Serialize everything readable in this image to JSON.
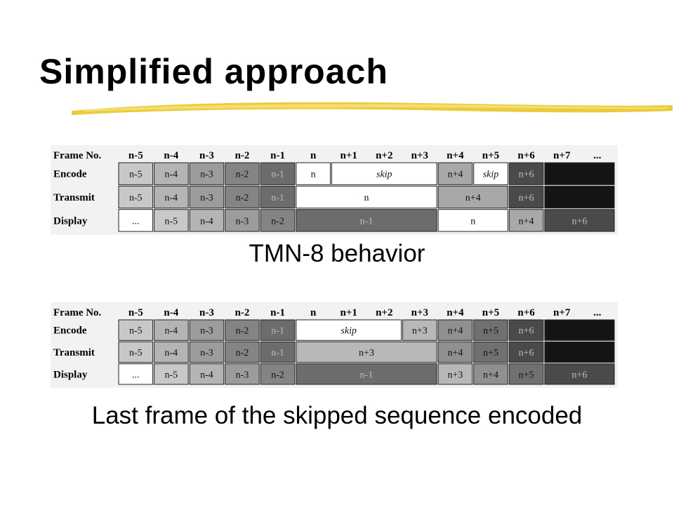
{
  "slide": {
    "title": "Simplified approach",
    "accent_color": "#e8c21c"
  },
  "tables": [
    {
      "id": "tmn8",
      "caption": "TMN-8 behavior",
      "header_label": "Frame No.",
      "columns": [
        "n-5",
        "n-4",
        "n-3",
        "n-2",
        "n-1",
        "n",
        "n+1",
        "n+2",
        "n+3",
        "n+4",
        "n+5",
        "n+6",
        "n+7",
        "..."
      ],
      "rows": [
        {
          "label": "Encode",
          "cells": [
            {
              "text": "n-5",
              "start": 0,
              "span": 1,
              "shade": "#c8c8c8"
            },
            {
              "text": "n-4",
              "start": 1,
              "span": 1,
              "shade": "#b4b4b4"
            },
            {
              "text": "n-3",
              "start": 2,
              "span": 1,
              "shade": "#9c9c9c"
            },
            {
              "text": "n-2",
              "start": 3,
              "span": 1,
              "shade": "#848484"
            },
            {
              "text": "n-1",
              "start": 4,
              "span": 1,
              "shade": "#6c6c6c"
            },
            {
              "text": "n",
              "start": 5,
              "span": 1,
              "shade": "#ffffff"
            },
            {
              "text": "skip",
              "start": 6,
              "span": 3,
              "shade": "#ffffff",
              "italic": true
            },
            {
              "text": "n+4",
              "start": 9,
              "span": 1,
              "shade": "#a8a8a8"
            },
            {
              "text": "skip",
              "start": 10,
              "span": 1,
              "shade": "#ffffff",
              "italic": true
            },
            {
              "text": "n+6",
              "start": 11,
              "span": 1,
              "shade": "#4a4a4a"
            },
            {
              "text": "",
              "start": 12,
              "span": 2,
              "shade": "#141414"
            }
          ]
        },
        {
          "label": "Transmit",
          "cells": [
            {
              "text": "n-5",
              "start": 0,
              "span": 1,
              "shade": "#c8c8c8"
            },
            {
              "text": "n-4",
              "start": 1,
              "span": 1,
              "shade": "#b4b4b4"
            },
            {
              "text": "n-3",
              "start": 2,
              "span": 1,
              "shade": "#9c9c9c"
            },
            {
              "text": "n-2",
              "start": 3,
              "span": 1,
              "shade": "#848484"
            },
            {
              "text": "n-1",
              "start": 4,
              "span": 1,
              "shade": "#6c6c6c"
            },
            {
              "text": "n",
              "start": 5,
              "span": 4,
              "shade": "#ffffff"
            },
            {
              "text": "n+4",
              "start": 9,
              "span": 2,
              "shade": "#a8a8a8"
            },
            {
              "text": "n+6",
              "start": 11,
              "span": 1,
              "shade": "#4a4a4a"
            },
            {
              "text": "",
              "start": 12,
              "span": 2,
              "shade": "#141414"
            }
          ]
        },
        {
          "label": "Display",
          "cells": [
            {
              "text": "...",
              "start": 0,
              "span": 1,
              "shade": "#ffffff"
            },
            {
              "text": "n-5",
              "start": 1,
              "span": 1,
              "shade": "#c8c8c8"
            },
            {
              "text": "n-4",
              "start": 2,
              "span": 1,
              "shade": "#b4b4b4"
            },
            {
              "text": "n-3",
              "start": 3,
              "span": 1,
              "shade": "#9c9c9c"
            },
            {
              "text": "n-2",
              "start": 4,
              "span": 1,
              "shade": "#848484"
            },
            {
              "text": "n-1",
              "start": 5,
              "span": 4,
              "shade": "#6c6c6c"
            },
            {
              "text": "n",
              "start": 9,
              "span": 2,
              "shade": "#ffffff"
            },
            {
              "text": "n+4",
              "start": 11,
              "span": 1,
              "shade": "#a8a8a8"
            },
            {
              "text": "n+6",
              "start": 12,
              "span": 2,
              "shade": "#4a4a4a"
            }
          ]
        }
      ]
    },
    {
      "id": "skip",
      "caption": "Last frame of the skipped sequence encoded",
      "header_label": "Frame No.",
      "columns": [
        "n-5",
        "n-4",
        "n-3",
        "n-2",
        "n-1",
        "n",
        "n+1",
        "n+2",
        "n+3",
        "n+4",
        "n+5",
        "n+6",
        "n+7",
        "..."
      ],
      "rows": [
        {
          "label": "Encode",
          "cells": [
            {
              "text": "n-5",
              "start": 0,
              "span": 1,
              "shade": "#c8c8c8"
            },
            {
              "text": "n-4",
              "start": 1,
              "span": 1,
              "shade": "#b4b4b4"
            },
            {
              "text": "n-3",
              "start": 2,
              "span": 1,
              "shade": "#9c9c9c"
            },
            {
              "text": "n-2",
              "start": 3,
              "span": 1,
              "shade": "#848484"
            },
            {
              "text": "n-1",
              "start": 4,
              "span": 1,
              "shade": "#6c6c6c"
            },
            {
              "text": "skip",
              "start": 5,
              "span": 3,
              "shade": "#ffffff",
              "italic": true
            },
            {
              "text": "n+3",
              "start": 8,
              "span": 1,
              "shade": "#b8b8b8"
            },
            {
              "text": "n+4",
              "start": 9,
              "span": 1,
              "shade": "#909090"
            },
            {
              "text": "n+5",
              "start": 10,
              "span": 1,
              "shade": "#707070"
            },
            {
              "text": "n+6",
              "start": 11,
              "span": 1,
              "shade": "#4a4a4a"
            },
            {
              "text": "",
              "start": 12,
              "span": 2,
              "shade": "#141414"
            }
          ]
        },
        {
          "label": "Transmit",
          "cells": [
            {
              "text": "n-5",
              "start": 0,
              "span": 1,
              "shade": "#c8c8c8"
            },
            {
              "text": "n-4",
              "start": 1,
              "span": 1,
              "shade": "#b4b4b4"
            },
            {
              "text": "n-3",
              "start": 2,
              "span": 1,
              "shade": "#9c9c9c"
            },
            {
              "text": "n-2",
              "start": 3,
              "span": 1,
              "shade": "#848484"
            },
            {
              "text": "n-1",
              "start": 4,
              "span": 1,
              "shade": "#6c6c6c"
            },
            {
              "text": "n+3",
              "start": 5,
              "span": 4,
              "shade": "#b8b8b8"
            },
            {
              "text": "n+4",
              "start": 9,
              "span": 1,
              "shade": "#909090"
            },
            {
              "text": "n+5",
              "start": 10,
              "span": 1,
              "shade": "#707070"
            },
            {
              "text": "n+6",
              "start": 11,
              "span": 1,
              "shade": "#4a4a4a"
            },
            {
              "text": "",
              "start": 12,
              "span": 2,
              "shade": "#141414"
            }
          ]
        },
        {
          "label": "Display",
          "cells": [
            {
              "text": "...",
              "start": 0,
              "span": 1,
              "shade": "#ffffff"
            },
            {
              "text": "n-5",
              "start": 1,
              "span": 1,
              "shade": "#c8c8c8"
            },
            {
              "text": "n-4",
              "start": 2,
              "span": 1,
              "shade": "#b4b4b4"
            },
            {
              "text": "n-3",
              "start": 3,
              "span": 1,
              "shade": "#9c9c9c"
            },
            {
              "text": "n-2",
              "start": 4,
              "span": 1,
              "shade": "#848484"
            },
            {
              "text": "n-1",
              "start": 5,
              "span": 4,
              "shade": "#6c6c6c"
            },
            {
              "text": "n+3",
              "start": 9,
              "span": 1,
              "shade": "#b8b8b8"
            },
            {
              "text": "n+4",
              "start": 10,
              "span": 1,
              "shade": "#909090"
            },
            {
              "text": "n+5",
              "start": 11,
              "span": 1,
              "shade": "#707070"
            },
            {
              "text": "n+6",
              "start": 12,
              "span": 2,
              "shade": "#4a4a4a"
            }
          ]
        }
      ]
    }
  ]
}
